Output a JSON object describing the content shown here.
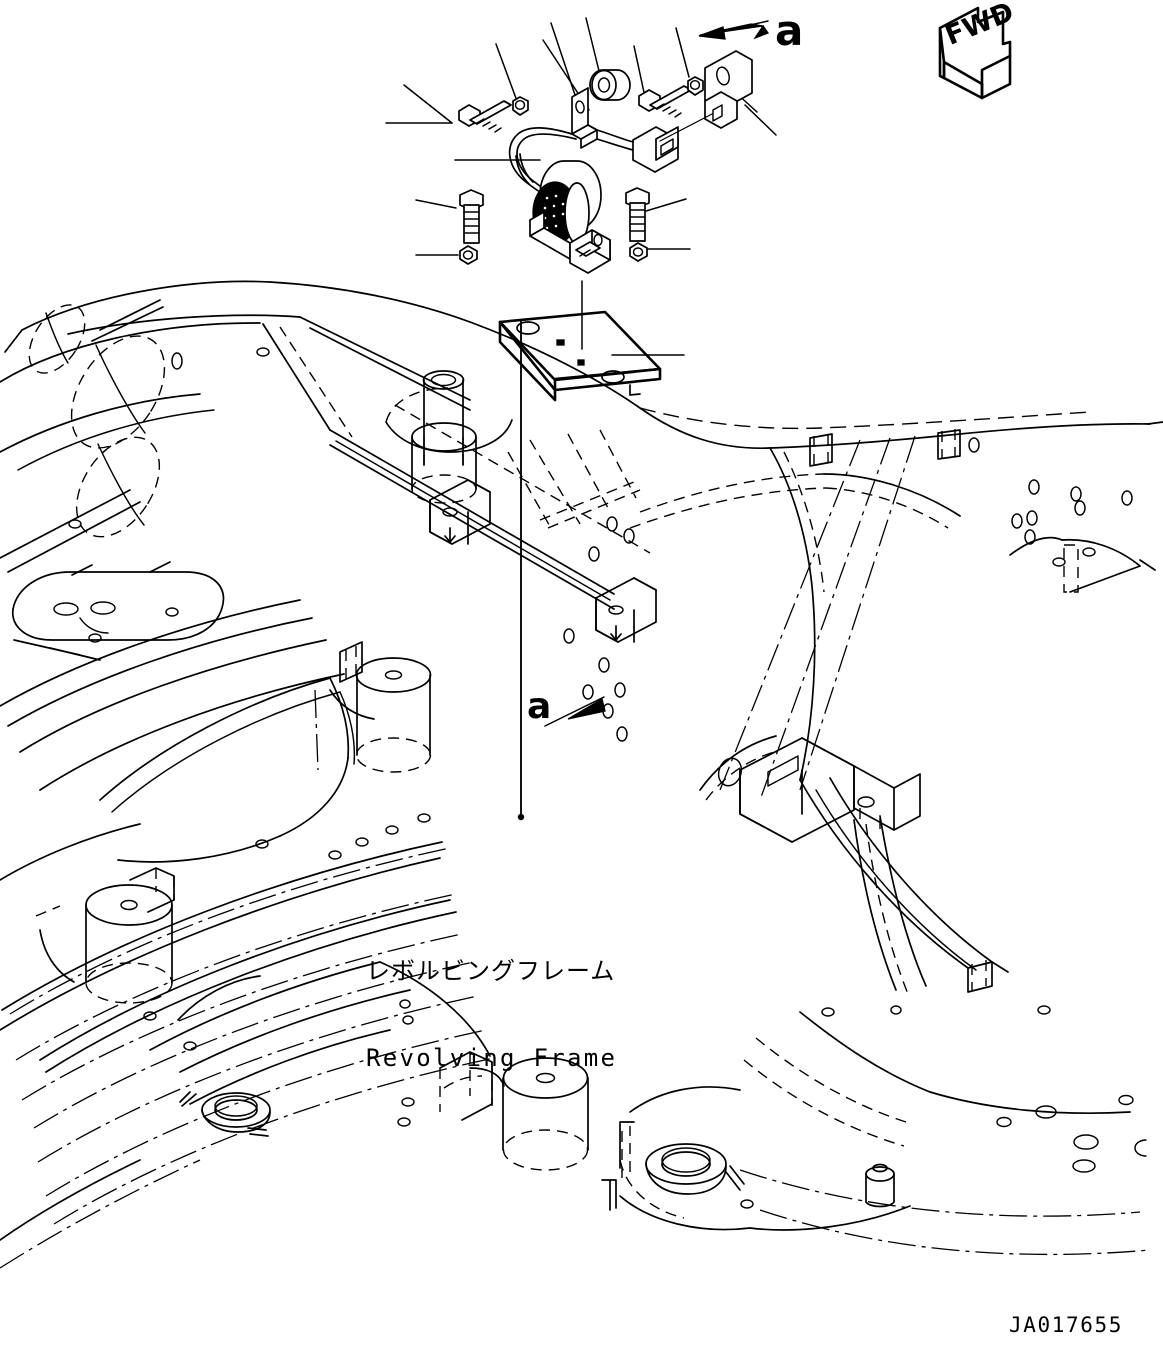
{
  "sheet": {
    "drawing_number": "JA017655",
    "background": "#ffffff",
    "line_color": "#000000"
  },
  "labels": {
    "frame_jp": "レボルビングフレーム",
    "frame_en": "Revolving Frame",
    "section_marker_top": "a",
    "section_marker_middle": "a",
    "direction_indicator": "FWD"
  },
  "diagram": {
    "title_component": "Revolving Frame",
    "assembly": "horn mounting assembly",
    "exploded_parts": [
      {
        "id": "p1",
        "name": "bolt",
        "row": "top",
        "order": 1
      },
      {
        "id": "p2",
        "name": "washer",
        "row": "top",
        "order": 2
      },
      {
        "id": "p3",
        "name": "bracket-tab",
        "row": "top",
        "order": 3
      },
      {
        "id": "p4",
        "name": "spacer-bushing",
        "row": "top",
        "order": 4
      },
      {
        "id": "p5",
        "name": "bolt",
        "row": "top",
        "order": 5
      },
      {
        "id": "p6",
        "name": "washer",
        "row": "top",
        "order": 6
      },
      {
        "id": "p7",
        "name": "mounting-plate",
        "row": "top",
        "order": 7
      },
      {
        "id": "p8",
        "name": "wiring-harness",
        "row": "top",
        "order": 8
      },
      {
        "id": "p9",
        "name": "connector",
        "row": "top",
        "order": 9
      },
      {
        "id": "p10",
        "name": "horn",
        "row": "middle",
        "order": 10
      },
      {
        "id": "p11",
        "name": "bolt",
        "row": "middle",
        "order": 11
      },
      {
        "id": "p12",
        "name": "washer",
        "row": "middle",
        "order": 12
      },
      {
        "id": "p13",
        "name": "bolt",
        "row": "middle",
        "order": 13
      },
      {
        "id": "p14",
        "name": "washer",
        "row": "middle",
        "order": 14
      },
      {
        "id": "p15",
        "name": "mounting-bar",
        "row": "lower",
        "order": 15
      }
    ]
  }
}
